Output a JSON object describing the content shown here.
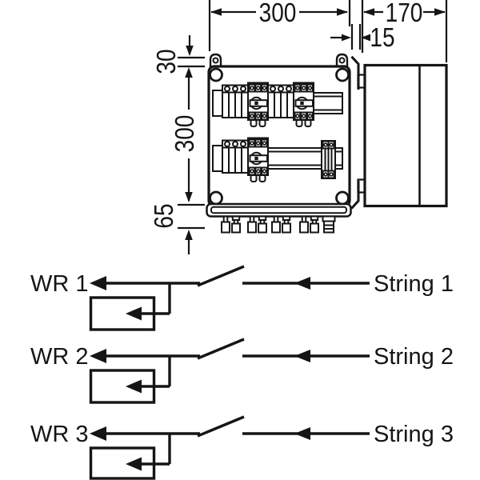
{
  "page": {
    "background": "#ffffff",
    "line_color": "#151515"
  },
  "dimension_drawing": {
    "front_view": {
      "width_label": "300",
      "top_fixing_label": "30",
      "height_label": "300",
      "bottom_label": "65"
    },
    "side_view": {
      "depth_label": "170",
      "bracket_offset_label": "15"
    }
  },
  "schematic": {
    "rows": [
      {
        "output_label": "WR 1",
        "input_label": "String 1"
      },
      {
        "output_label": "WR 2",
        "input_label": "String 2"
      },
      {
        "output_label": "WR 3",
        "input_label": "String 3"
      }
    ]
  }
}
